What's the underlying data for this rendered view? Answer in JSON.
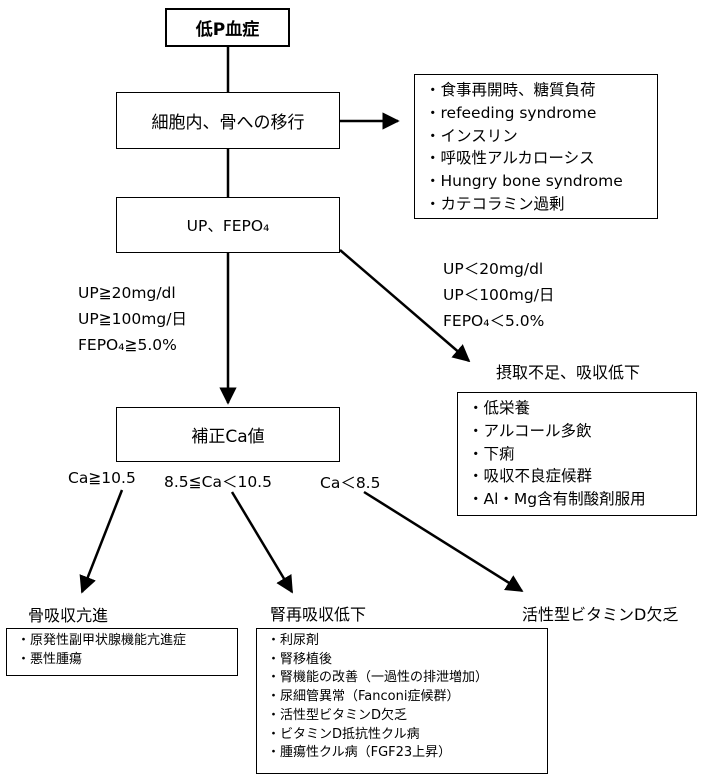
{
  "title": "低P血症",
  "shift_box": "細胞内、骨への移行",
  "shift_causes": [
    "・食事再開時、糖質負荷",
    "・refeeding syndrome",
    "・インスリン",
    "・呼吸性アルカローシス",
    "・Hungry bone syndrome",
    "・カテコラミン過剰"
  ],
  "up_box": "UP、FEPO₄",
  "high_conditions": [
    "UP≧20mg/dl",
    "UP≧100mg/日",
    "FEPO₄≧5.0%"
  ],
  "low_conditions": [
    "UP＜20mg/dl",
    "UP＜100mg/日",
    "FEPO₄＜5.0%"
  ],
  "intake": {
    "title": "摂取不足、吸収低下",
    "items": [
      "・低栄養",
      "・アルコール多飲",
      "・下痢",
      "・吸収不良症候群",
      "・Al・Mg含有制酸剤服用"
    ]
  },
  "ca_box": "補正Ca値",
  "ca_conditions": {
    "high": "Ca≧10.5",
    "mid": "8.5≦Ca＜10.5",
    "low": "Ca＜8.5"
  },
  "bone": {
    "title": "骨吸収亢進",
    "items": [
      "・原発性副甲状腺機能亢進症",
      "・悪性腫瘍"
    ]
  },
  "renal": {
    "title": "腎再吸収低下",
    "items": [
      "・利尿剤",
      "・腎移植後",
      "・腎機能の改善（一過性の排泄増加）",
      "・尿細管異常（Fanconi症候群）",
      "・活性型ビタミンD欠乏",
      "・ビタミンD抵抗性クル病",
      "・腫瘍性クル病（FGF23上昇）"
    ]
  },
  "vitd": {
    "title": "活性型ビタミンD欠乏"
  }
}
